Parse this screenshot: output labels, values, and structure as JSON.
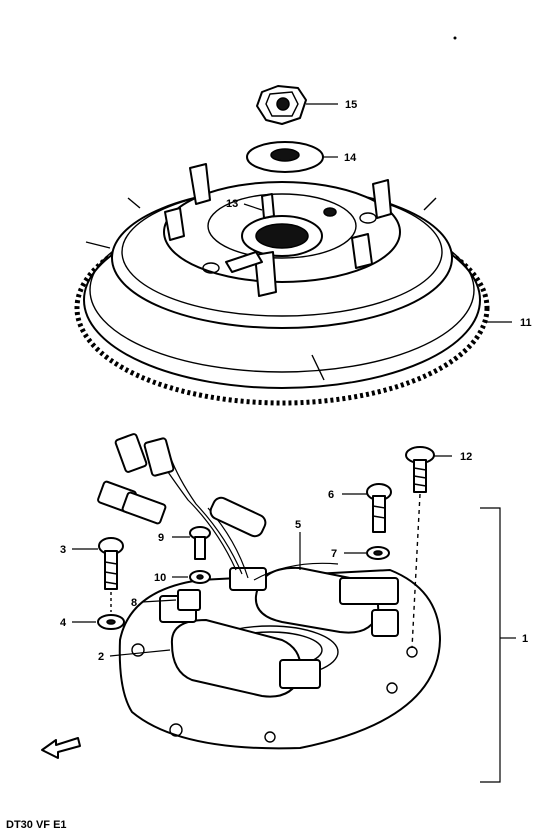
{
  "figure_code": "DT30 VF E1",
  "callouts": [
    {
      "id": "15",
      "label": "15"
    },
    {
      "id": "14",
      "label": "14"
    },
    {
      "id": "13",
      "label": "13"
    },
    {
      "id": "11",
      "label": "11"
    },
    {
      "id": "12",
      "label": "12"
    },
    {
      "id": "6",
      "label": "6"
    },
    {
      "id": "5",
      "label": "5"
    },
    {
      "id": "9",
      "label": "9"
    },
    {
      "id": "3",
      "label": "3"
    },
    {
      "id": "7",
      "label": "7"
    },
    {
      "id": "10",
      "label": "10"
    },
    {
      "id": "8",
      "label": "8"
    },
    {
      "id": "4",
      "label": "4"
    },
    {
      "id": "2",
      "label": "2"
    },
    {
      "id": "1",
      "label": "1"
    }
  ],
  "icons": {
    "front_arrow": "arrow-icon"
  }
}
